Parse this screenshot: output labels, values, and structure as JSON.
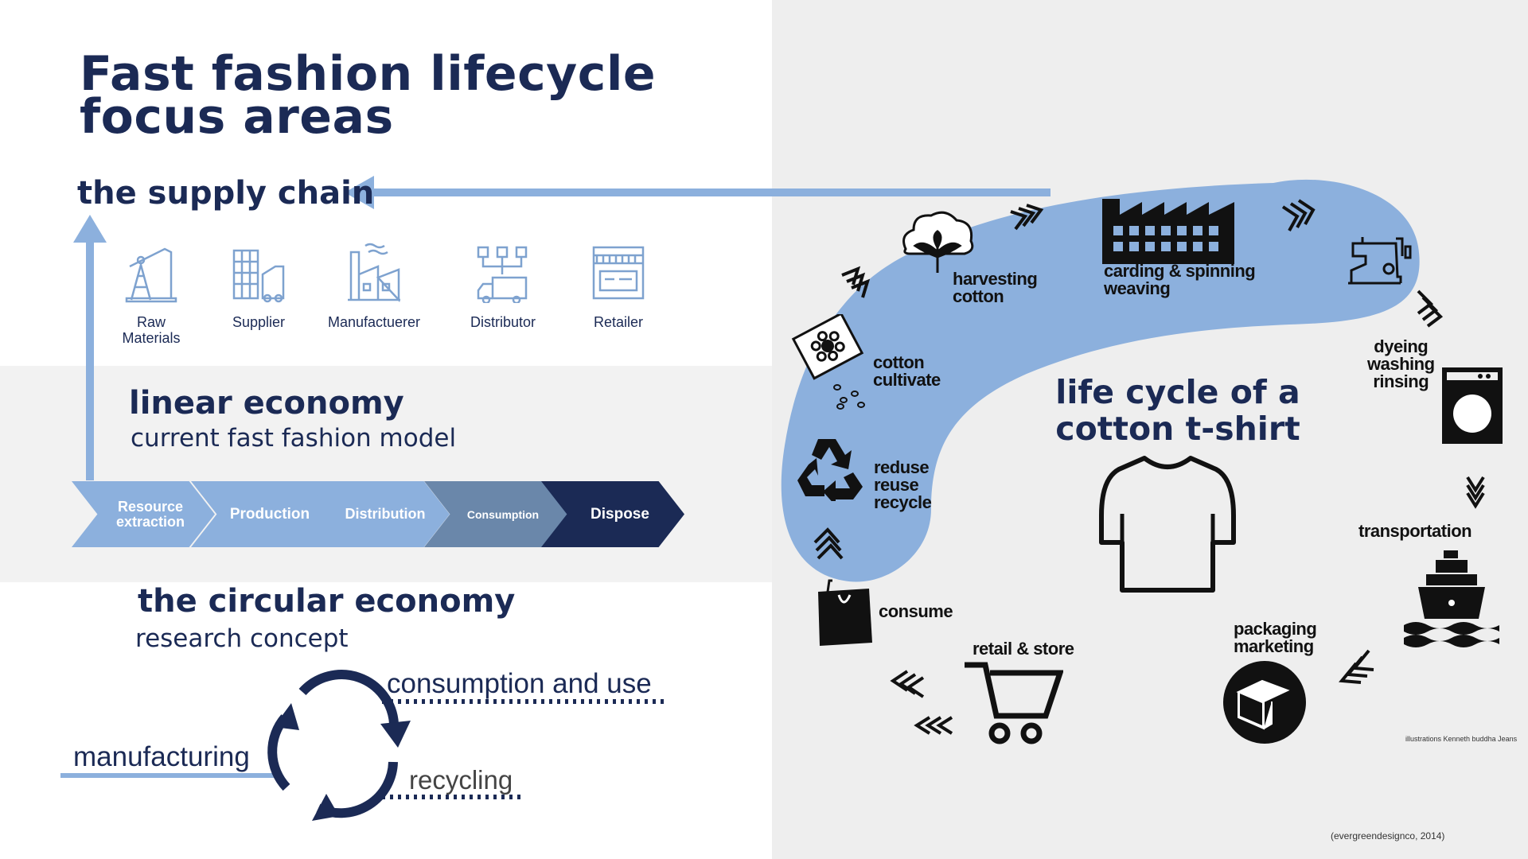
{
  "title": {
    "line1": "Fast fashion lifecycle",
    "line2": "focus areas"
  },
  "supply_chain": {
    "heading": "the supply chain",
    "items": [
      {
        "label": "Raw\nMaterials",
        "icon": "oil-pump-icon"
      },
      {
        "label": "Supplier",
        "icon": "warehouse-icon"
      },
      {
        "label": "Manufactuerer",
        "icon": "factory-icon"
      },
      {
        "label": "Distributor",
        "icon": "delivery-truck-icon"
      },
      {
        "label": "Retailer",
        "icon": "storefront-icon"
      }
    ]
  },
  "linear_economy": {
    "heading": "linear economy",
    "subheading": "current fast fashion model",
    "steps": [
      {
        "label": "Resource\nextraction",
        "color": "#8cb0dd"
      },
      {
        "label": "Production",
        "color": "#8cb0dd"
      },
      {
        "label": "Distribution",
        "color": "#8cb0dd"
      },
      {
        "label": "Consumption",
        "color": "#6a87aa"
      },
      {
        "label": "Dispose",
        "color": "#1b2a55"
      }
    ]
  },
  "circular_economy": {
    "heading": "the circular economy",
    "subheading": "research concept",
    "labels": {
      "consumption": "consumption and use",
      "manufacturing": "manufacturing",
      "recycling": "recycling"
    }
  },
  "tshirt_lifecycle": {
    "title": "life cycle of a cotton t-shirt",
    "stages": {
      "harvesting": "harvesting\ncotton",
      "carding": "carding & spinning\nweaving",
      "dyeing": "dyeing\nwashing\nrinsing",
      "transportation": "transportation",
      "packaging": "packaging\nmarketing",
      "retail": "retail & store",
      "consume": "consume",
      "recycle": "reduse\nreuse\nrecycle",
      "cultivate": "cotton\ncultivate"
    },
    "credit": "illustrations Kenneth buddha Jeans",
    "citation": "(evergreendesignco, 2014)"
  },
  "colors": {
    "navy": "#1b2a55",
    "light_blue": "#8cb0dd",
    "mid_blue": "#6a87aa",
    "grey_bg": "#eeeeee"
  }
}
